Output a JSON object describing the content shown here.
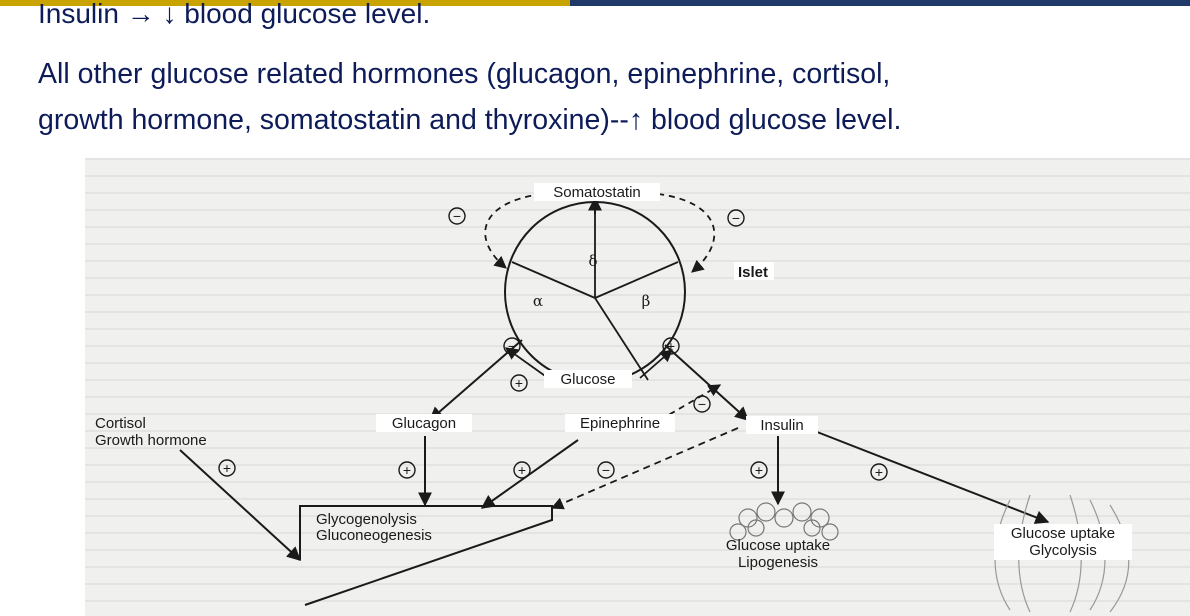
{
  "slide": {
    "line1": "Insulin → ↓ blood glucose level.",
    "line2": "All other glucose related hormones (glucagon, epinephrine, cortisol,",
    "line3": "growth hormone, somatostatin and thyroxine)--↑ blood glucose level."
  },
  "diagram": {
    "somatostatin": "Somatostatin",
    "delta": "δ",
    "alpha": "α",
    "beta": "β",
    "islet": "Islet",
    "glucose": "Glucose",
    "cortisol": "Cortisol",
    "growth_hormone": "Growth hormone",
    "glucagon": "Glucagon",
    "epinephrine": "Epinephrine",
    "insulin": "Insulin",
    "glycogenolysis": "Glycogenolysis",
    "gluconeogenesis": "Gluconeogenesis",
    "glucose_uptake_lipo": "Glucose uptake",
    "lipogenesis": "Lipogenesis",
    "glucose_uptake_glyco": "Glucose uptake",
    "glycolysis": "Glycolysis",
    "plus": "+",
    "minus": "−"
  }
}
